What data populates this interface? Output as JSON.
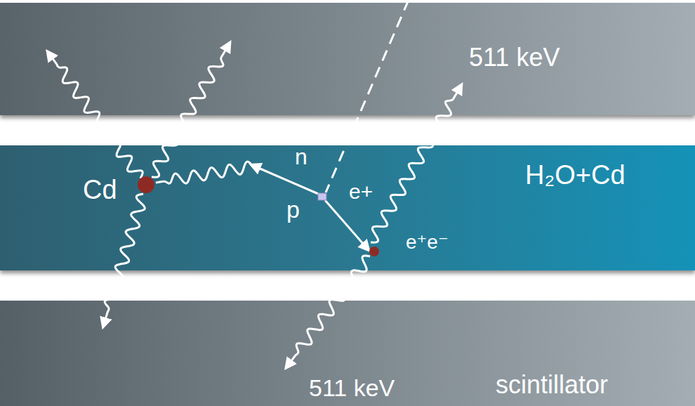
{
  "diagram": {
    "nodes": [
      {
        "text": [
          "511 keV"
        ]
      },
      {
        "text": [
          "H₂O+Cd"
        ]
      },
      {
        "text": [
          "scintillator"
        ]
      }
    ],
    "labels": [
      "Cd",
      "n",
      "p",
      "e+",
      "e⁺e⁻",
      "511 keV"
    ]
  }
}
